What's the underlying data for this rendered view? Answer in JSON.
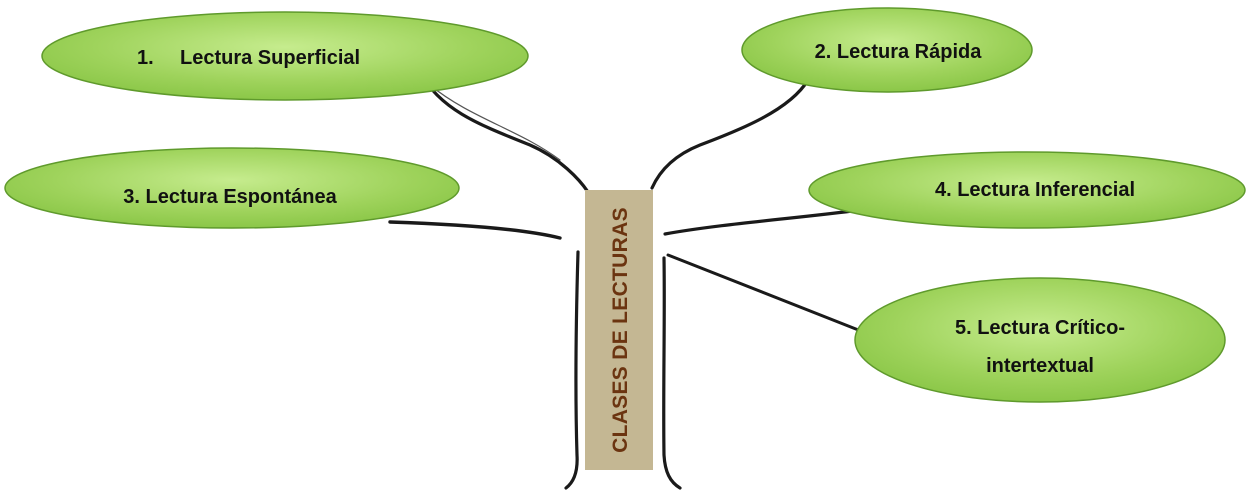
{
  "trunk": {
    "label": "CLASES DE LECTURAS"
  },
  "nodes": [
    {
      "id": "superficial",
      "number": "1.",
      "label": "Lectura Superficial"
    },
    {
      "id": "rapida",
      "label": "2. Lectura Rápida"
    },
    {
      "id": "espontanea",
      "label": "3. Lectura Espontánea"
    },
    {
      "id": "inferencial",
      "label": "4. Lectura Inferencial"
    },
    {
      "id": "critico",
      "label_line1": "5. Lectura Crítico-",
      "label_line2": "intertextual"
    }
  ],
  "colors": {
    "ellipse_fill": "#92d050",
    "ellipse_fill_light": "#c6ec8e",
    "ellipse_stroke": "#5f9a2c",
    "trunk_fill": "#c4b793",
    "trunk_text": "#6b3410",
    "branch": "#1a1a1a"
  }
}
